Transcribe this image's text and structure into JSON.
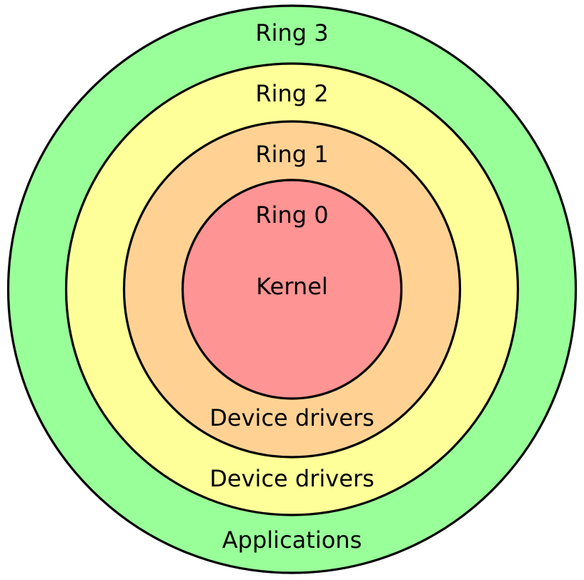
{
  "rings": [
    {
      "name": "Ring 3",
      "role": "Applications",
      "color": "#99ff99"
    },
    {
      "name": "Ring 2",
      "role": "Device drivers",
      "color": "#ffff99"
    },
    {
      "name": "Ring 1",
      "role": "Device drivers",
      "color": "#ffd294"
    },
    {
      "name": "Ring 0",
      "role": "Kernel",
      "color": "#ff9494"
    }
  ]
}
